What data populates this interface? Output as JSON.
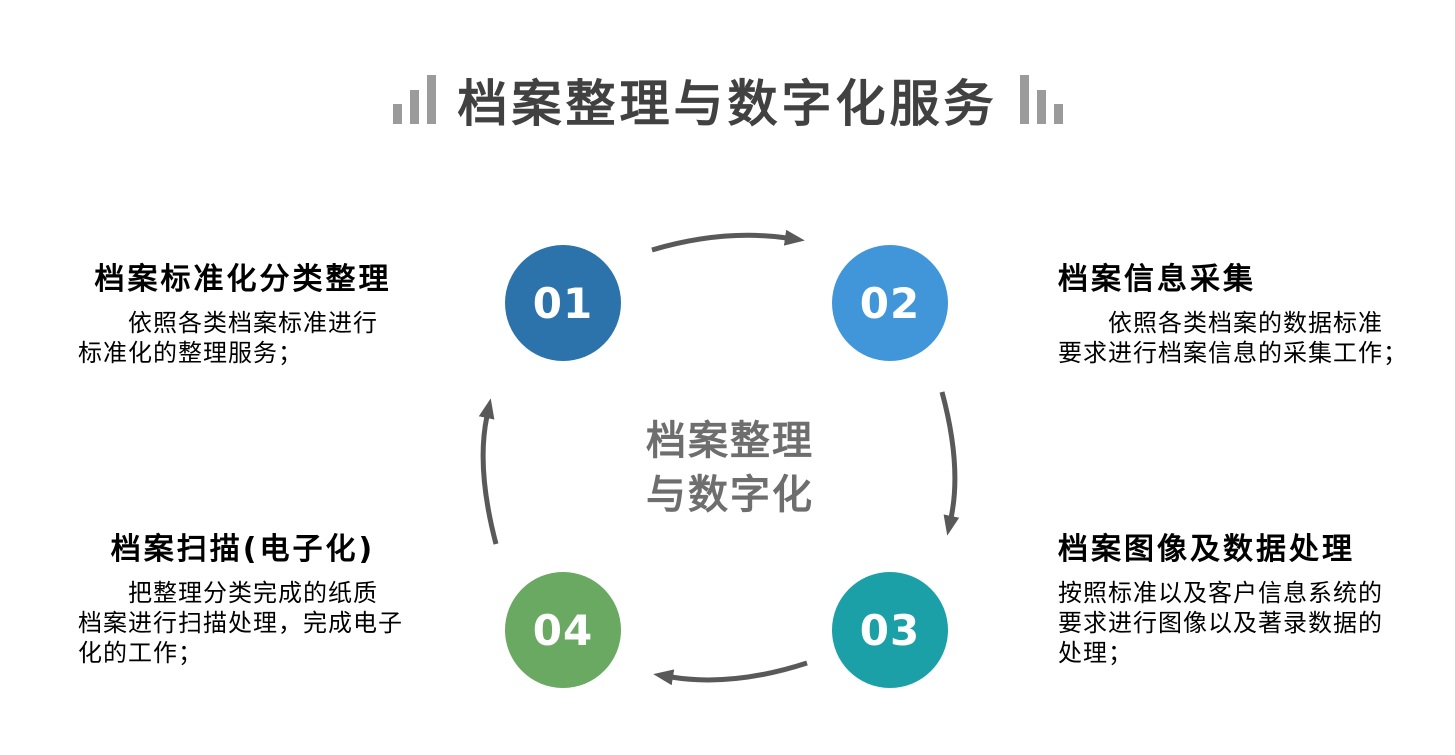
{
  "header": {
    "title": "档案整理与数字化服务"
  },
  "cycle_center": {
    "line1": "档案整理",
    "line2": "与数字化"
  },
  "steps": [
    {
      "number": "01",
      "color": "#2C73AB",
      "title": "档案标准化分类整理",
      "desc_lines": [
        "　　依照各类档案标准进行",
        "标准化的整理服务；"
      ]
    },
    {
      "number": "02",
      "color": "#4196DA",
      "title": "档案信息采集",
      "desc_lines": [
        "　　依照各类档案的数据标准",
        "要求进行档案信息的采集工作；"
      ]
    },
    {
      "number": "03",
      "color": "#1CA0A8",
      "title": "档案图像及数据处理",
      "desc_lines": [
        "按照标准以及客户信息系统的",
        "要求进行图像以及著录数据的",
        "处理；"
      ]
    },
    {
      "number": "04",
      "color": "#6AA962",
      "title": "档案扫描(电子化)",
      "desc_lines": [
        "　　把整理分类完成的纸质",
        "档案进行扫描处理，完成电子",
        "化的工作；"
      ]
    }
  ]
}
